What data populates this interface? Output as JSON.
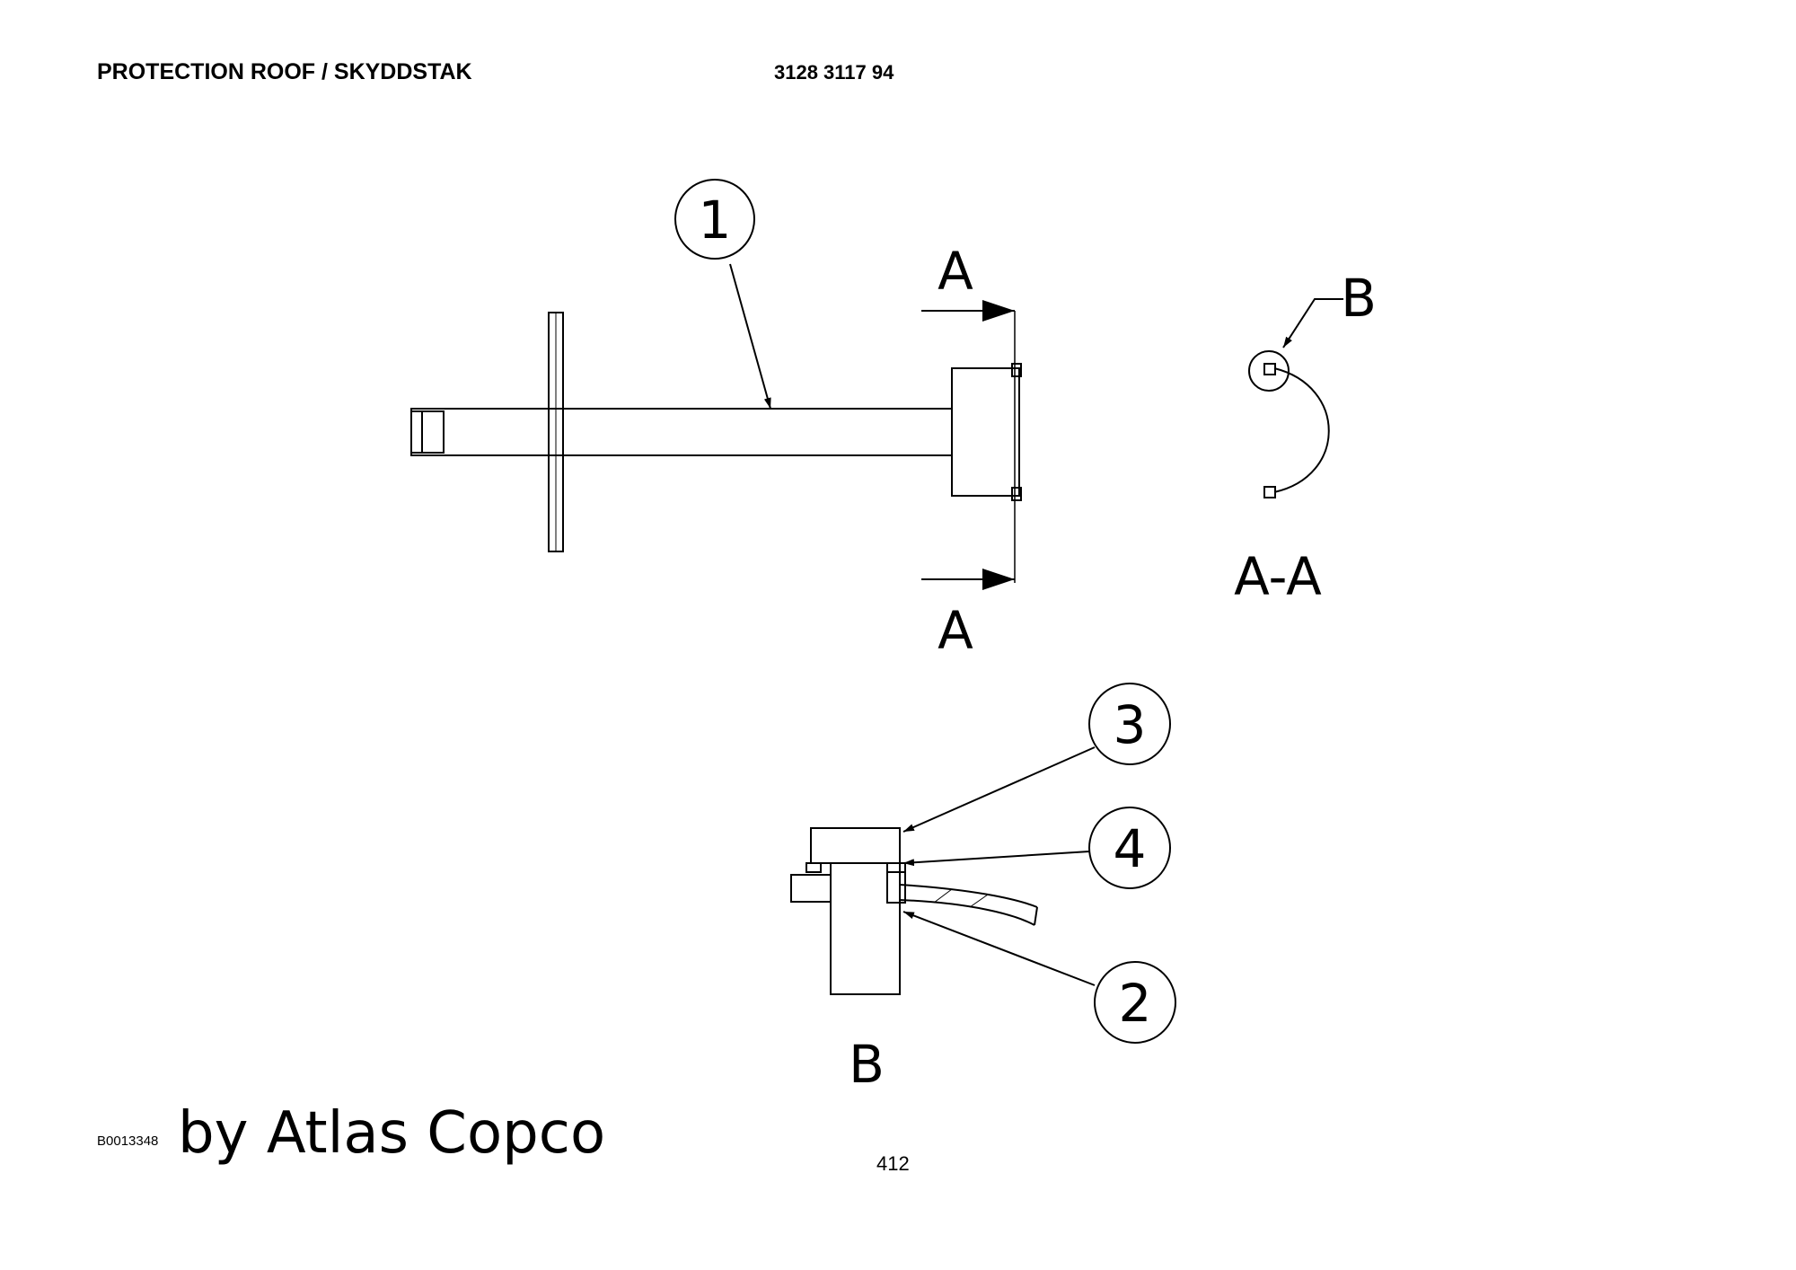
{
  "header": {
    "title": "PROTECTION ROOF / SKYDDSTAK",
    "part_number": "3128 3117 94"
  },
  "drawing": {
    "balloons": [
      "1",
      "2",
      "3",
      "4"
    ],
    "section_marker": "A",
    "section_label": "A-A",
    "detail_marker": "B",
    "detail_label": "B"
  },
  "footer": {
    "drawing_id": "B0013348",
    "watermark": "by Atlas Copco",
    "page_number": "412"
  }
}
